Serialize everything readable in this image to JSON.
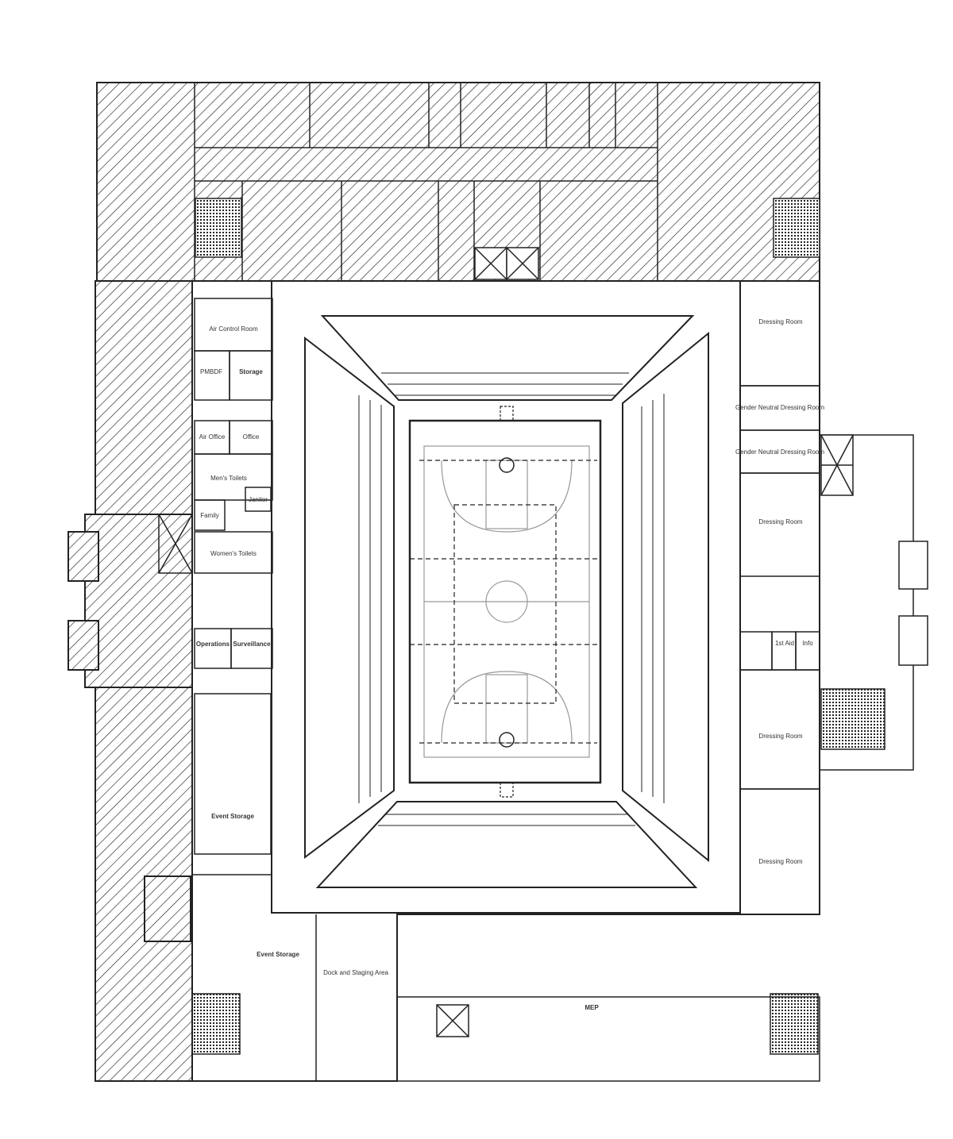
{
  "plan": {
    "rooms": {
      "air_control_room": "Air Control Room",
      "pmbdf": "PMBDF",
      "storage": "Storage",
      "air_office": "Air Office",
      "office": "Office",
      "mens_toilets": "Men's Toilets",
      "family": "Family",
      "janitor": "Janitor",
      "womens_toilets": "Women's Toilets",
      "operations": "Operations",
      "surveillance": "Surveillance",
      "event_storage_west": "Event Storage",
      "event_storage_south": "Event Storage",
      "dock_staging": "Dock and Staging Area",
      "mep_south": "MEP",
      "dressing_room_1": "Dressing Room",
      "gender_neutral_1": "Gender Neutral Dressing Room",
      "gender_neutral_2": "Gender Neutral Dressing Room",
      "dressing_room_2": "Dressing Room",
      "dressing_room_3": "Dressing Room",
      "dressing_room_4": "Dressing Room",
      "first_aid": "1st Aid",
      "info": "Info"
    }
  }
}
